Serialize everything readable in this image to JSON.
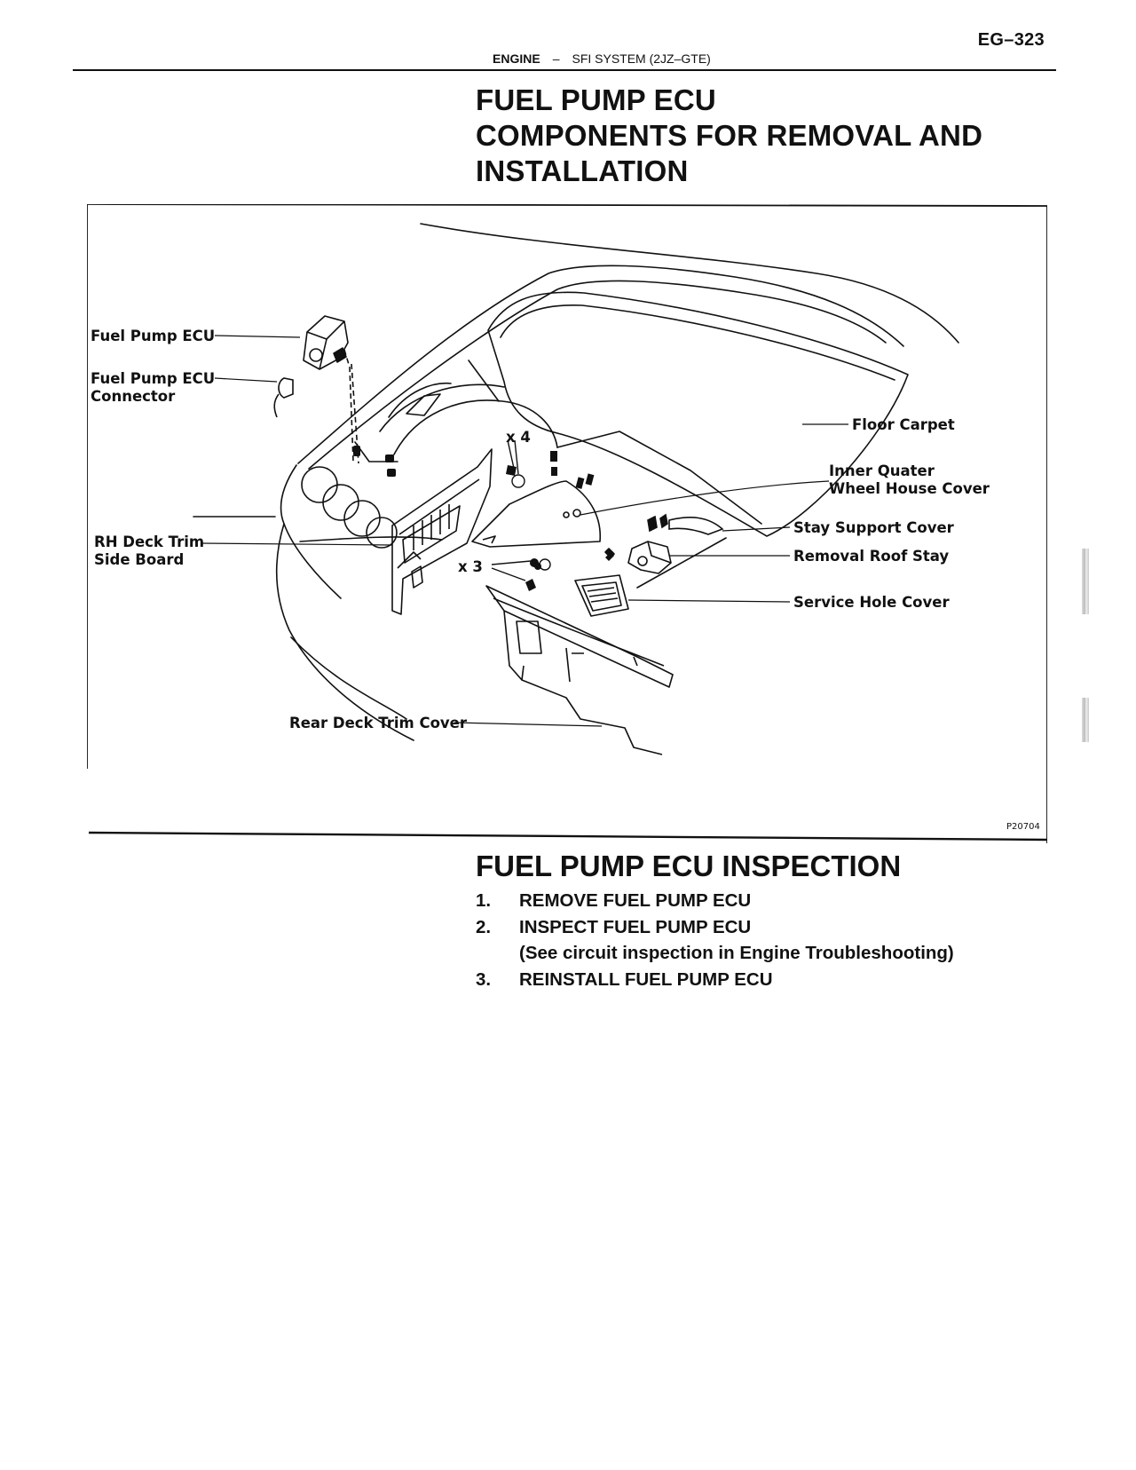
{
  "header": {
    "page_number": "EG–323",
    "section": "ENGINE",
    "separator": "–",
    "subsection": "SFI SYSTEM (2JZ–GTE)"
  },
  "components_section": {
    "title_lines": [
      "FUEL PUMP ECU",
      "COMPONENTS FOR REMOVAL AND",
      "INSTALLATION"
    ]
  },
  "figure": {
    "labels": {
      "fuel_pump_ecu": "Fuel Pump ECU",
      "fuel_pump_ecu_connector": [
        "Fuel Pump ECU",
        "Connector"
      ],
      "rh_deck_trim_side_board": [
        "RH Deck Trim",
        "Side Board"
      ],
      "rear_deck_trim_cover": "Rear Deck Trim Cover",
      "floor_carpet": "Floor Carpet",
      "inner_quater_wheel_house_cover": [
        "Inner Quater",
        "Wheel House Cover"
      ],
      "stay_support_cover": "Stay Support Cover",
      "removal_roof_stay": "Removal Roof Stay",
      "service_hole_cover": "Service Hole Cover",
      "qty_x4": "x 4",
      "qty_x3": "x 3"
    },
    "figure_code": "P20704"
  },
  "inspection_section": {
    "title": "FUEL PUMP ECU INSPECTION",
    "steps": [
      {
        "num": "1.",
        "text": "REMOVE FUEL PUMP ECU"
      },
      {
        "num": "2.",
        "text": "INSPECT FUEL PUMP ECU",
        "note": "(See circuit inspection in Engine Troubleshooting)"
      },
      {
        "num": "3.",
        "text": "REINSTALL FUEL PUMP ECU"
      }
    ]
  }
}
